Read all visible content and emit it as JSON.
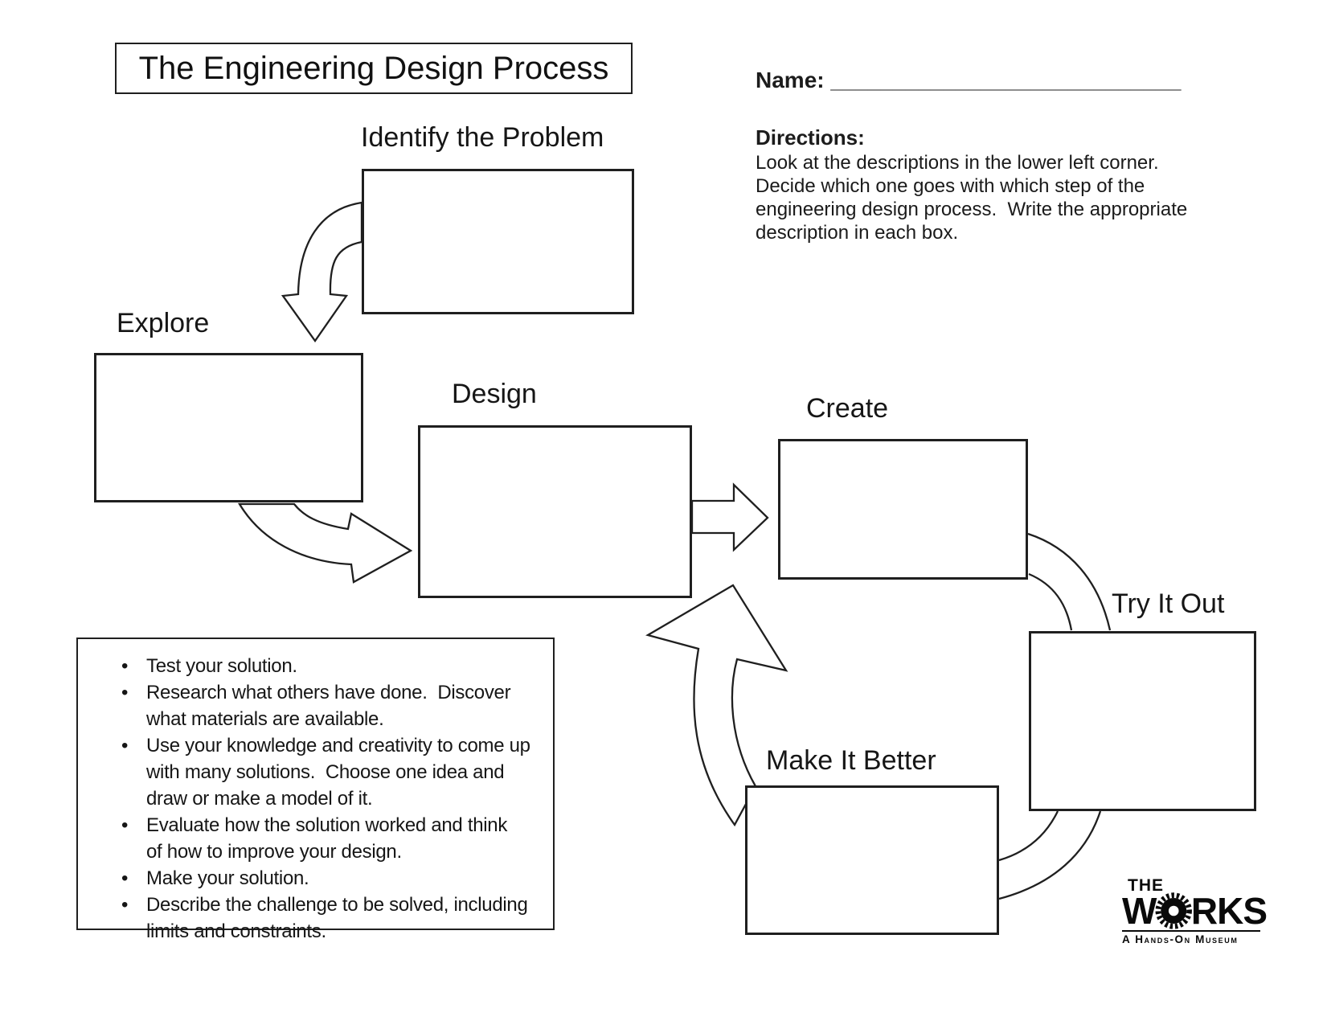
{
  "colors": {
    "ink": "#1c1c1c"
  },
  "title": "The Engineering Design Process",
  "name": {
    "label": "Name:",
    "blank": "____________________________"
  },
  "directions": {
    "heading": "Directions:",
    "body": "Look at the descriptions in the lower left corner.\nDecide which one goes with which step of the\nengineering design process.  Write the appropriate\ndescription in each box."
  },
  "steps": {
    "identify": "Identify the Problem",
    "explore": "Explore",
    "design": "Design",
    "create": "Create",
    "try_it_out": "Try It Out",
    "make_it_better": "Make It Better"
  },
  "descriptions": [
    "Test your solution.",
    "Research what others have done.  Discover\nwhat materials are available.",
    "Use your knowledge and creativity to come up\nwith many solutions.  Choose one idea and\ndraw or make a model of it.",
    "Evaluate how the solution worked and think\nof how to improve your design.",
    "Make your solution.",
    "Describe the challenge to be solved, including\nlimits and constraints."
  ],
  "logo": {
    "line1": "THE",
    "word_start": "W",
    "word_end": "RKS",
    "tagline": "A Hands-On Museum"
  }
}
